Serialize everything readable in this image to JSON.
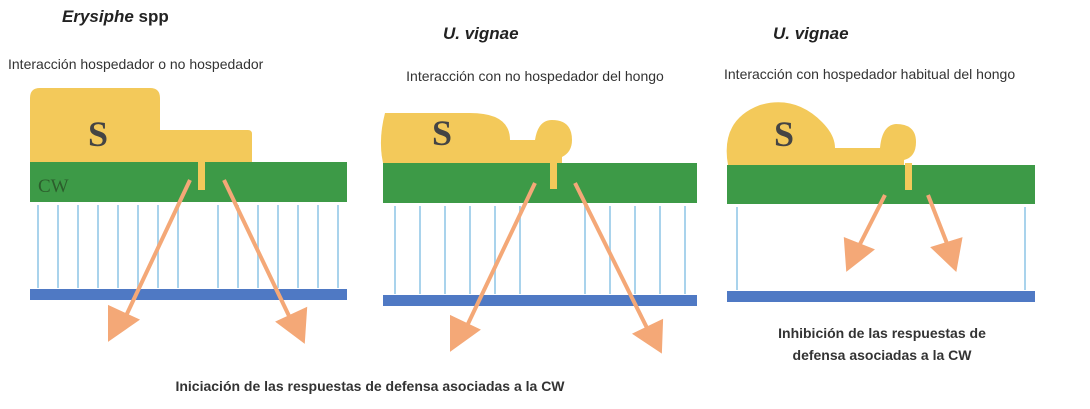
{
  "panels": [
    {
      "title_italic": "Erysiphe",
      "title_rest": " spp",
      "subtitle": "Interacción hospedador o no hospedador",
      "spore_label": "S",
      "cw_label": "CW"
    },
    {
      "title_italic": "U. vignae",
      "title_rest": "",
      "subtitle": "Interacción con no hospedador del hongo",
      "spore_label": "S"
    },
    {
      "title_italic": "U. vignae",
      "title_rest": "",
      "subtitle": "Interacción con hospedador habitual del hongo",
      "spore_label": "S"
    }
  ],
  "captions": {
    "initiation": "Iniciación de las respuestas de defensa asociadas a la CW",
    "inhibition": "Inhibición de las respuestas de defensa asociadas a la CW"
  },
  "colors": {
    "spore": "#f3c95a",
    "cell_wall": "#3d9a47",
    "lines": "#a9d3ec",
    "membrane": "#4f79c4",
    "arrow": "#f4a877"
  }
}
